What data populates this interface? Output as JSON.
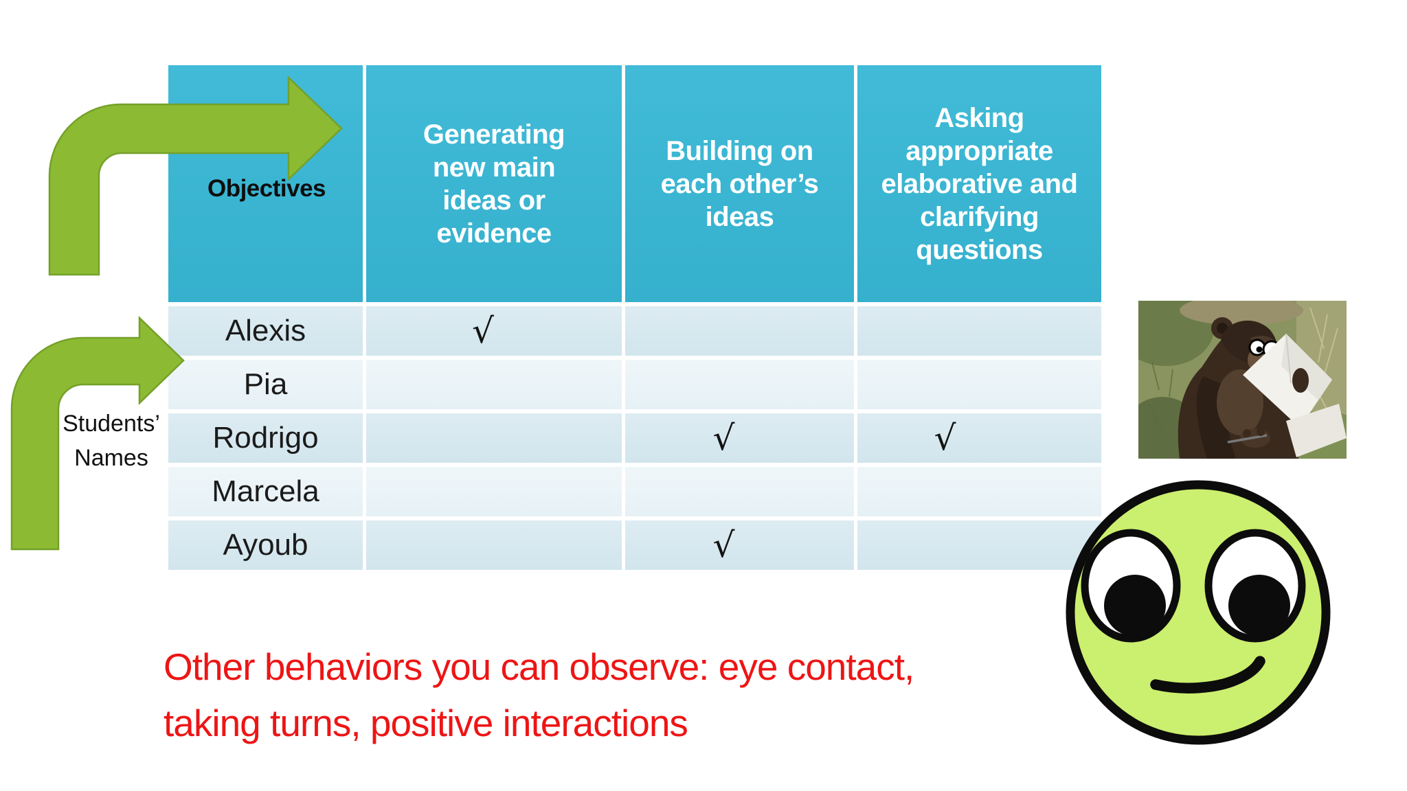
{
  "slide": {
    "background": "#ffffff"
  },
  "table": {
    "corner_label": "Objectives",
    "columns": [
      "Generating new main ideas or evidence",
      "Building on each other’s ideas",
      "Asking appropriate elaborative and clarifying questions"
    ],
    "rows": [
      {
        "name": "Alexis",
        "checks": [
          "√",
          "",
          ""
        ]
      },
      {
        "name": "Pia",
        "checks": [
          "",
          "",
          ""
        ]
      },
      {
        "name": "Rodrigo",
        "checks": [
          "",
          "√",
          "√"
        ]
      },
      {
        "name": "Marcela",
        "checks": [
          "",
          "",
          ""
        ]
      },
      {
        "name": "Ayoub",
        "checks": [
          "",
          "√",
          ""
        ]
      }
    ],
    "check_symbol": "√",
    "colors": {
      "header": "#3BB6D3",
      "row_odd": "#D4E6EE",
      "row_even": "#E8F2F6"
    }
  },
  "annotations": {
    "students_label": "Students’ Names",
    "arrow_color": "#8CBB33"
  },
  "note": {
    "lines": [
      "Other behaviors you can observe: eye contact,",
      "taking turns, positive interactions"
    ],
    "color": "#ED1515"
  },
  "images": {
    "chimp_alt": "chimpanzee-reading-paper-photo",
    "smiley_alt": "green-smiley-face-with-googly-eyes"
  }
}
